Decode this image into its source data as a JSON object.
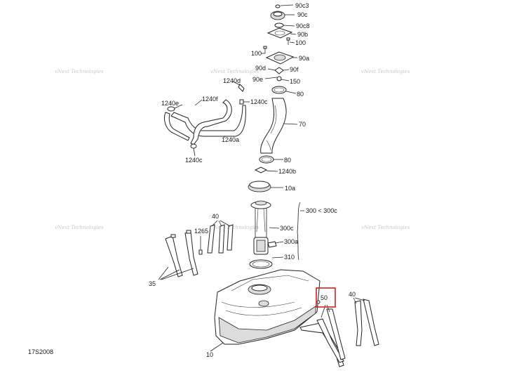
{
  "diagram": {
    "drawing_code": "17S2008",
    "watermark": "vNext Technologies",
    "highlight_color": "#d62020",
    "labels": {
      "l90c3": "90c3",
      "l90c": "90c",
      "l90c8": "90c8",
      "l90b": "90b",
      "l100a": "100",
      "l100b": "100",
      "l90a": "90a",
      "l90d": "90d",
      "l90f": "90f",
      "l90e": "90e",
      "l150": "150",
      "l80a": "80",
      "l70": "70",
      "l80b": "80",
      "l1240d": "1240d",
      "l1240e": "1240e",
      "l1240f": "1240f",
      "l1240c_top": "1240c",
      "l1240a": "1240a",
      "l1240c_bot": "1240c",
      "l1240b": "1240b",
      "l10a": "10a",
      "l300range": "300 < 300c",
      "l300c": "300c",
      "l300a": "300a",
      "l310": "310",
      "l40a": "40",
      "l1265": "1265",
      "l35": "35",
      "l50": "50",
      "l40b": "40",
      "l10": "10"
    }
  }
}
